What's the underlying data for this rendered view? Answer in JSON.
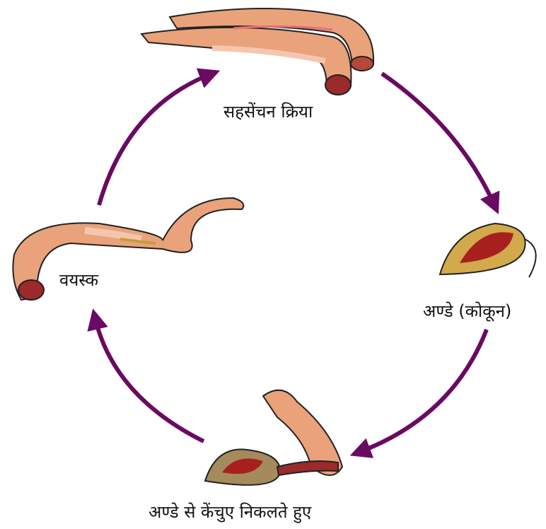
{
  "stages": {
    "mating": "सहसेंचन क्रिया",
    "cocoon": "अण्डे (कोकून)",
    "hatching": "अण्डे से केंचुए निकलते हुए",
    "adult": "वयस्क"
  },
  "colors": {
    "arrow": "#6a0a63",
    "worm_body": "#e9a27a",
    "worm_clitellum": "#f4c6b0",
    "worm_dark": "#9b2a2a",
    "cocoon_fill": "#d2a94b",
    "cocoon_inner": "#a8201e"
  }
}
